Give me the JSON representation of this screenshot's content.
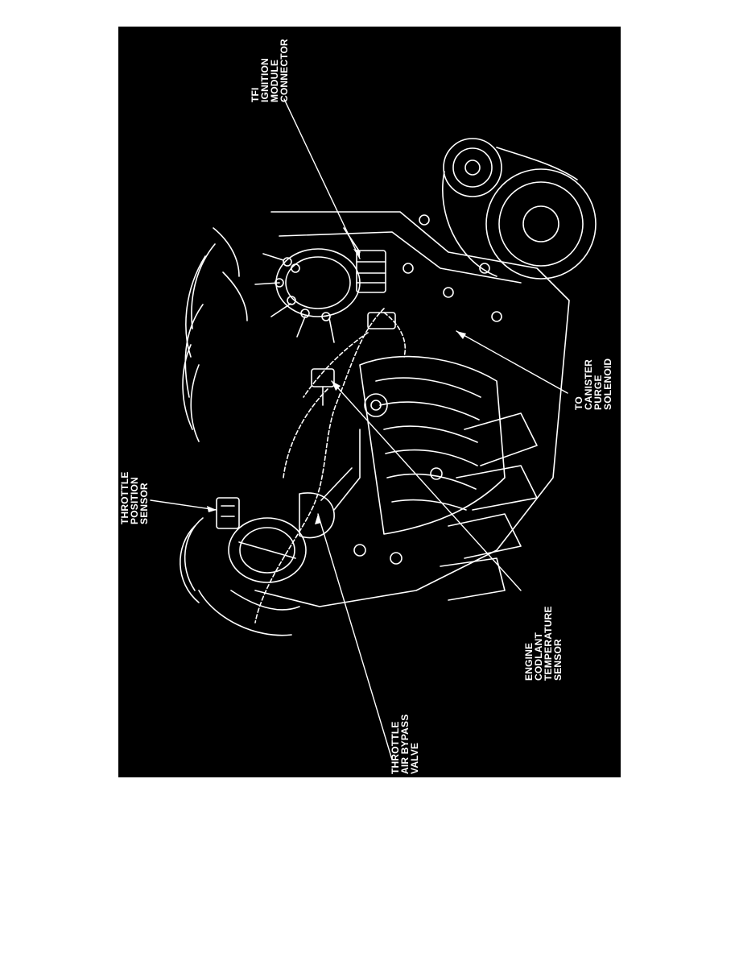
{
  "diagram": {
    "background_color": "#000000",
    "line_color": "#ffffff",
    "callouts": {
      "tfi_ignition_module_connector": [
        "TFI",
        "IGNITION",
        "MODULE",
        "CONNECTOR"
      ],
      "throttle_position_sensor": [
        "THROTTLE",
        "POSITION",
        "SENSOR"
      ],
      "canister_purge_solenoid": [
        "TO",
        "CANISTER",
        "PURGE",
        "SOLENOID"
      ],
      "engine_coolant_temperature_sensor": [
        "ENGINE",
        "CODLANT",
        "TEMPERATURE",
        "SENSOR"
      ],
      "throttle_air_bypass_valve": [
        "THROTTLE",
        "AIR BYPASS",
        "VALVE"
      ]
    }
  }
}
